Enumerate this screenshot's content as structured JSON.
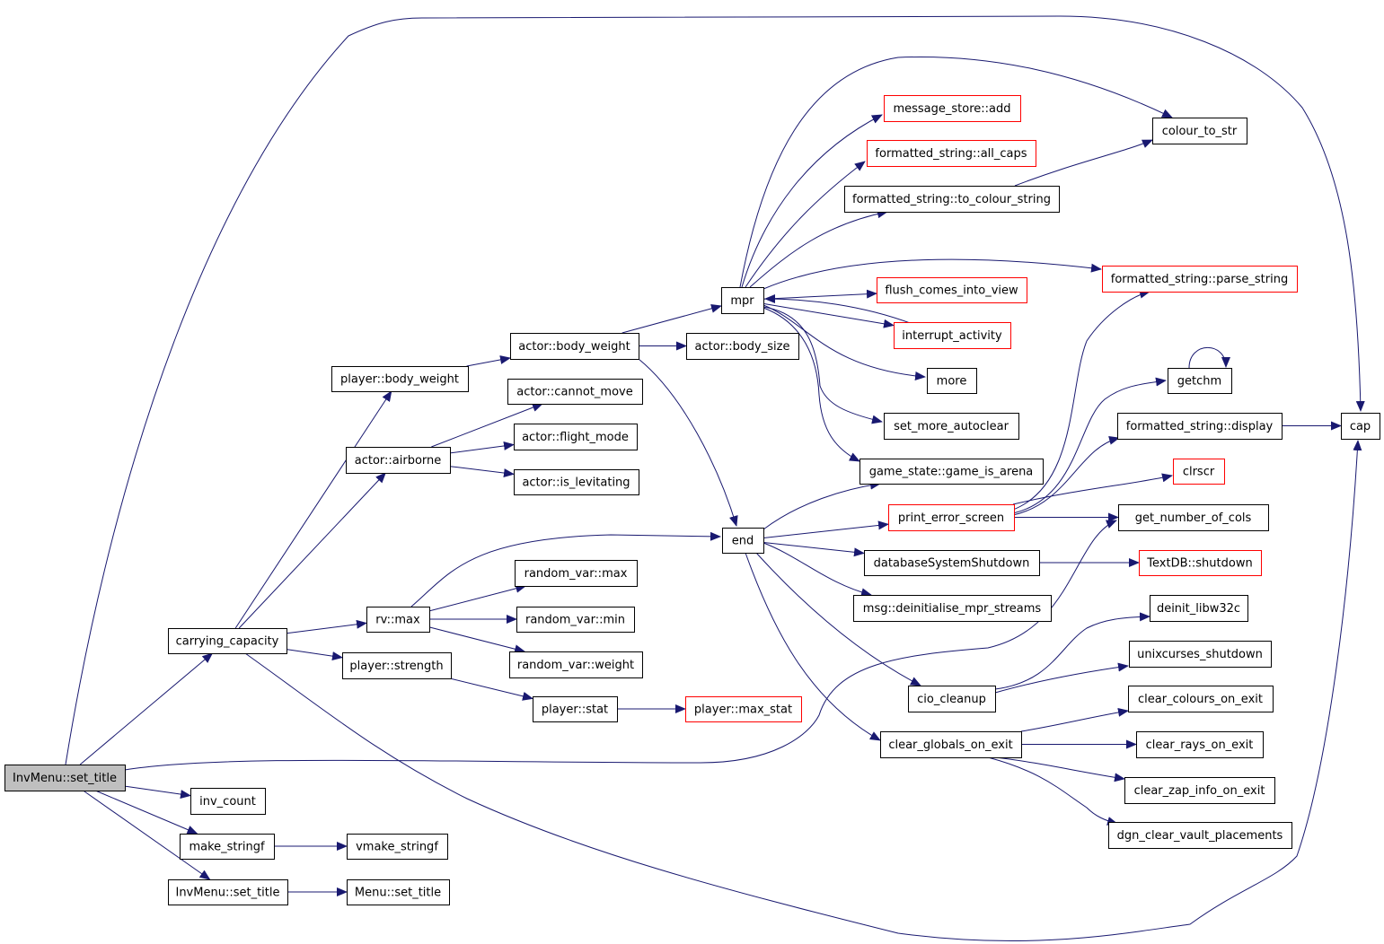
{
  "colors": {
    "edge": "#191970",
    "arrowhead": "#191970",
    "node_border": "#000000",
    "undocumented_border": "#ff0000",
    "root_fill": "#bfbfbf",
    "node_fill": "#ffffff"
  },
  "nodes": [
    {
      "id": "n_setTitleRoot",
      "label": "InvMenu::set_title",
      "kind": "root"
    },
    {
      "id": "n_carrying",
      "label": "carrying_capacity",
      "kind": "normal"
    },
    {
      "id": "n_invCount",
      "label": "inv_count",
      "kind": "normal"
    },
    {
      "id": "n_makeStringf",
      "label": "make_stringf",
      "kind": "normal"
    },
    {
      "id": "n_invSetTitle",
      "label": "InvMenu::set_title",
      "kind": "normal"
    },
    {
      "id": "n_playerBodyWeight",
      "label": "player::body_weight",
      "kind": "normal"
    },
    {
      "id": "n_actorAirborne",
      "label": "actor::airborne",
      "kind": "normal"
    },
    {
      "id": "n_rvMax",
      "label": "rv::max",
      "kind": "normal"
    },
    {
      "id": "n_playerStrength",
      "label": "player::strength",
      "kind": "normal"
    },
    {
      "id": "n_vmakeStringf",
      "label": "vmake_stringf",
      "kind": "normal"
    },
    {
      "id": "n_menuSetTitle",
      "label": "Menu::set_title",
      "kind": "normal"
    },
    {
      "id": "n_actorBodyWeight",
      "label": "actor::body_weight",
      "kind": "normal"
    },
    {
      "id": "n_cannotMove",
      "label": "actor::cannot_move",
      "kind": "normal"
    },
    {
      "id": "n_flightMode",
      "label": "actor::flight_mode",
      "kind": "normal"
    },
    {
      "id": "n_isLevitating",
      "label": "actor::is_levitating",
      "kind": "normal"
    },
    {
      "id": "n_rvMaxField",
      "label": "random_var::max",
      "kind": "normal"
    },
    {
      "id": "n_rvMin",
      "label": "random_var::min",
      "kind": "normal"
    },
    {
      "id": "n_rvWeight",
      "label": "random_var::weight",
      "kind": "normal"
    },
    {
      "id": "n_playerStat",
      "label": "player::stat",
      "kind": "normal"
    },
    {
      "id": "n_playerMaxStat",
      "label": "player::max_stat",
      "kind": "undocumented"
    },
    {
      "id": "n_mpr",
      "label": "mpr",
      "kind": "normal"
    },
    {
      "id": "n_actorBodySize",
      "label": "actor::body_size",
      "kind": "normal"
    },
    {
      "id": "n_end",
      "label": "end",
      "kind": "normal"
    },
    {
      "id": "n_msgAdd",
      "label": "message_store::add",
      "kind": "undocumented"
    },
    {
      "id": "n_allCaps",
      "label": "formatted_string::all_caps",
      "kind": "undocumented"
    },
    {
      "id": "n_toColourString",
      "label": "formatted_string::to_colour_string",
      "kind": "normal"
    },
    {
      "id": "n_flushComes",
      "label": "flush_comes_into_view",
      "kind": "undocumented"
    },
    {
      "id": "n_interrupt",
      "label": "interrupt_activity",
      "kind": "undocumented"
    },
    {
      "id": "n_more",
      "label": "more",
      "kind": "normal"
    },
    {
      "id": "n_setMoreAuto",
      "label": "set_more_autoclear",
      "kind": "normal"
    },
    {
      "id": "n_gameIsArena",
      "label": "game_state::game_is_arena",
      "kind": "normal"
    },
    {
      "id": "n_printError",
      "label": "print_error_screen",
      "kind": "undocumented"
    },
    {
      "id": "n_dbShutdown",
      "label": "databaseSystemShutdown",
      "kind": "normal"
    },
    {
      "id": "n_msgDeinit",
      "label": "msg::deinitialise_mpr_streams",
      "kind": "normal"
    },
    {
      "id": "n_cioCleanup",
      "label": "cio_cleanup",
      "kind": "normal"
    },
    {
      "id": "n_clearGlobals",
      "label": "clear_globals_on_exit",
      "kind": "normal"
    },
    {
      "id": "n_colourToStr",
      "label": "colour_to_str",
      "kind": "normal"
    },
    {
      "id": "n_parseString",
      "label": "formatted_string::parse_string",
      "kind": "undocumented"
    },
    {
      "id": "n_getchm",
      "label": "getchm",
      "kind": "normal"
    },
    {
      "id": "n_fsDisplay",
      "label": "formatted_string::display",
      "kind": "normal"
    },
    {
      "id": "n_clrscr",
      "label": "clrscr",
      "kind": "undocumented"
    },
    {
      "id": "n_getNumCols",
      "label": "get_number_of_cols",
      "kind": "normal"
    },
    {
      "id": "n_textdbShutdown",
      "label": "TextDB::shutdown",
      "kind": "undocumented"
    },
    {
      "id": "n_deinitLibw32c",
      "label": "deinit_libw32c",
      "kind": "normal"
    },
    {
      "id": "n_unixcurses",
      "label": "unixcurses_shutdown",
      "kind": "normal"
    },
    {
      "id": "n_clearColours",
      "label": "clear_colours_on_exit",
      "kind": "normal"
    },
    {
      "id": "n_clearRays",
      "label": "clear_rays_on_exit",
      "kind": "normal"
    },
    {
      "id": "n_clearZap",
      "label": "clear_zap_info_on_exit",
      "kind": "normal"
    },
    {
      "id": "n_dgnClear",
      "label": "dgn_clear_vault_placements",
      "kind": "normal"
    },
    {
      "id": "n_cap",
      "label": "cap",
      "kind": "normal"
    }
  ],
  "edges": [
    {
      "from": "n_setTitleRoot",
      "to": "n_carrying"
    },
    {
      "from": "n_setTitleRoot",
      "to": "n_invCount"
    },
    {
      "from": "n_setTitleRoot",
      "to": "n_makeStringf"
    },
    {
      "from": "n_setTitleRoot",
      "to": "n_invSetTitle"
    },
    {
      "from": "n_setTitleRoot",
      "to": "n_getNumCols"
    },
    {
      "from": "n_setTitleRoot",
      "to": "n_cap"
    },
    {
      "from": "n_carrying",
      "to": "n_playerBodyWeight"
    },
    {
      "from": "n_carrying",
      "to": "n_actorAirborne"
    },
    {
      "from": "n_carrying",
      "to": "n_rvMax"
    },
    {
      "from": "n_carrying",
      "to": "n_playerStrength"
    },
    {
      "from": "n_carrying",
      "to": "n_cap"
    },
    {
      "from": "n_makeStringf",
      "to": "n_vmakeStringf"
    },
    {
      "from": "n_invSetTitle",
      "to": "n_menuSetTitle"
    },
    {
      "from": "n_playerBodyWeight",
      "to": "n_actorBodyWeight"
    },
    {
      "from": "n_actorAirborne",
      "to": "n_cannotMove"
    },
    {
      "from": "n_actorAirborne",
      "to": "n_flightMode"
    },
    {
      "from": "n_actorAirborne",
      "to": "n_isLevitating"
    },
    {
      "from": "n_rvMax",
      "to": "n_end"
    },
    {
      "from": "n_rvMax",
      "to": "n_rvMaxField"
    },
    {
      "from": "n_rvMax",
      "to": "n_rvMin"
    },
    {
      "from": "n_rvMax",
      "to": "n_rvWeight"
    },
    {
      "from": "n_playerStrength",
      "to": "n_playerStat"
    },
    {
      "from": "n_playerStat",
      "to": "n_playerMaxStat"
    },
    {
      "from": "n_actorBodyWeight",
      "to": "n_mpr"
    },
    {
      "from": "n_actorBodyWeight",
      "to": "n_actorBodySize"
    },
    {
      "from": "n_actorBodyWeight",
      "to": "n_end"
    },
    {
      "from": "n_mpr",
      "to": "n_msgAdd"
    },
    {
      "from": "n_mpr",
      "to": "n_allCaps"
    },
    {
      "from": "n_mpr",
      "to": "n_toColourString"
    },
    {
      "from": "n_mpr",
      "to": "n_colourToStr"
    },
    {
      "from": "n_mpr",
      "to": "n_parseString"
    },
    {
      "from": "n_mpr",
      "to": "n_flushComes"
    },
    {
      "from": "n_mpr",
      "to": "n_interrupt"
    },
    {
      "from": "n_interrupt",
      "to": "n_mpr"
    },
    {
      "from": "n_mpr",
      "to": "n_more"
    },
    {
      "from": "n_mpr",
      "to": "n_setMoreAuto"
    },
    {
      "from": "n_mpr",
      "to": "n_gameIsArena"
    },
    {
      "from": "n_toColourString",
      "to": "n_colourToStr"
    },
    {
      "from": "n_end",
      "to": "n_gameIsArena"
    },
    {
      "from": "n_end",
      "to": "n_printError"
    },
    {
      "from": "n_end",
      "to": "n_dbShutdown"
    },
    {
      "from": "n_end",
      "to": "n_msgDeinit"
    },
    {
      "from": "n_end",
      "to": "n_cioCleanup"
    },
    {
      "from": "n_end",
      "to": "n_clearGlobals"
    },
    {
      "from": "n_printError",
      "to": "n_parseString"
    },
    {
      "from": "n_printError",
      "to": "n_getchm"
    },
    {
      "from": "n_printError",
      "to": "n_fsDisplay"
    },
    {
      "from": "n_printError",
      "to": "n_clrscr"
    },
    {
      "from": "n_printError",
      "to": "n_getNumCols"
    },
    {
      "from": "n_getchm",
      "to": "n_getchm"
    },
    {
      "from": "n_fsDisplay",
      "to": "n_cap"
    },
    {
      "from": "n_dbShutdown",
      "to": "n_textdbShutdown"
    },
    {
      "from": "n_cioCleanup",
      "to": "n_deinitLibw32c"
    },
    {
      "from": "n_cioCleanup",
      "to": "n_unixcurses"
    },
    {
      "from": "n_clearGlobals",
      "to": "n_clearColours"
    },
    {
      "from": "n_clearGlobals",
      "to": "n_clearRays"
    },
    {
      "from": "n_clearGlobals",
      "to": "n_clearZap"
    },
    {
      "from": "n_clearGlobals",
      "to": "n_dgnClear"
    }
  ]
}
